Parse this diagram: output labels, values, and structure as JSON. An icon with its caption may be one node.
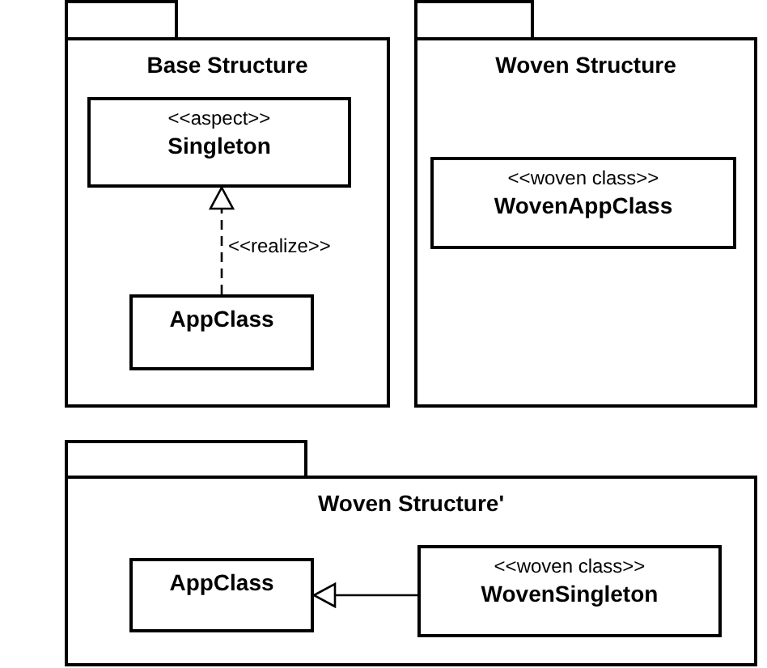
{
  "diagram": {
    "nodes": [
      {
        "text": [
          "Base Structure"
        ]
      },
      {
        "text": [
          "<<aspect>>",
          "Singleton"
        ],
        "in": 0
      },
      {
        "text": [
          "AppClass"
        ],
        "in": 0
      },
      {
        "text": [
          "Woven Structure"
        ]
      },
      {
        "text": [
          "<<woven class>>",
          "WovenAppClass"
        ],
        "in": 3
      },
      {
        "text": [
          "Woven Structure'"
        ]
      },
      {
        "text": [
          "AppClass"
        ],
        "in": 5
      },
      {
        "text": [
          "<<woven class>>",
          "WovenSingleton"
        ],
        "in": 5
      }
    ],
    "edges": [
      {
        "from": 2,
        "to": 1,
        "arrow": "to",
        "style": "dashed",
        "label": "<<realize>>"
      },
      {
        "from": 7,
        "to": 6,
        "arrow": "to"
      }
    ]
  }
}
